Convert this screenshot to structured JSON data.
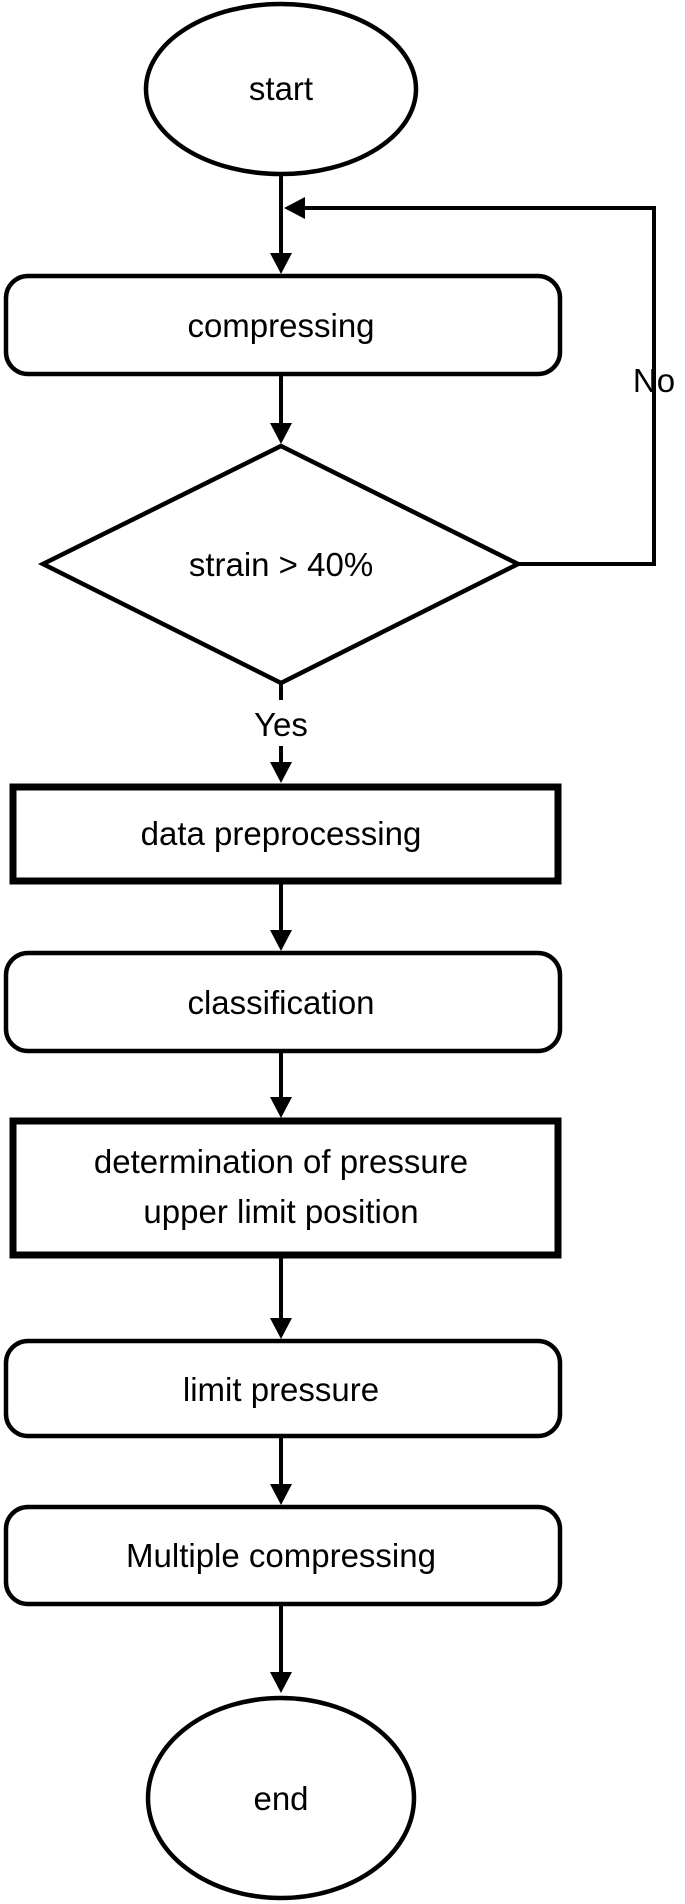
{
  "nodes": {
    "start": "start",
    "compressing": "compressing",
    "decision": "strain > 40%",
    "preprocessing": "data preprocessing",
    "classification": "classification",
    "determination_line1": "determination of pressure",
    "determination_line2": "upper limit position",
    "limit_pressure": "limit pressure",
    "multiple_compressing": "Multiple compressing",
    "end": "end"
  },
  "edges": {
    "no_label": "No",
    "yes_label": "Yes"
  },
  "colors": {
    "stroke": "#000000",
    "fill": "#ffffff",
    "text": "#000000"
  }
}
